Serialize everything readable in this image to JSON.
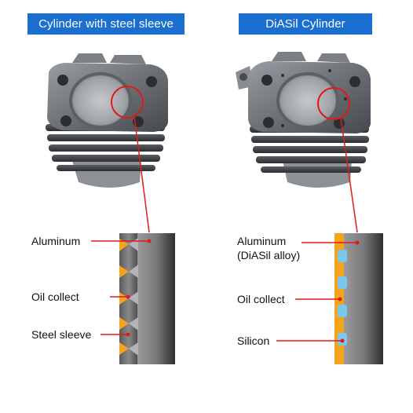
{
  "left_panel": {
    "title": "Cylinder with steel sleeve",
    "labels": [
      "Aluminum",
      "Oil collect",
      "Steel sleeve"
    ]
  },
  "right_panel": {
    "title": "DiASil Cylinder",
    "labels": [
      "Aluminum",
      "(DiASil alloy)",
      "Oil collect",
      "Silicon"
    ]
  },
  "colors": {
    "title_bg": "#1b6fd1",
    "title_text": "#ffffff",
    "leader_line": "#e01a1a",
    "aluminum": "#8a8a8c",
    "steel": "#4a4a4c",
    "oil": "#f3a41a",
    "silicon": "#7cc7ee"
  }
}
